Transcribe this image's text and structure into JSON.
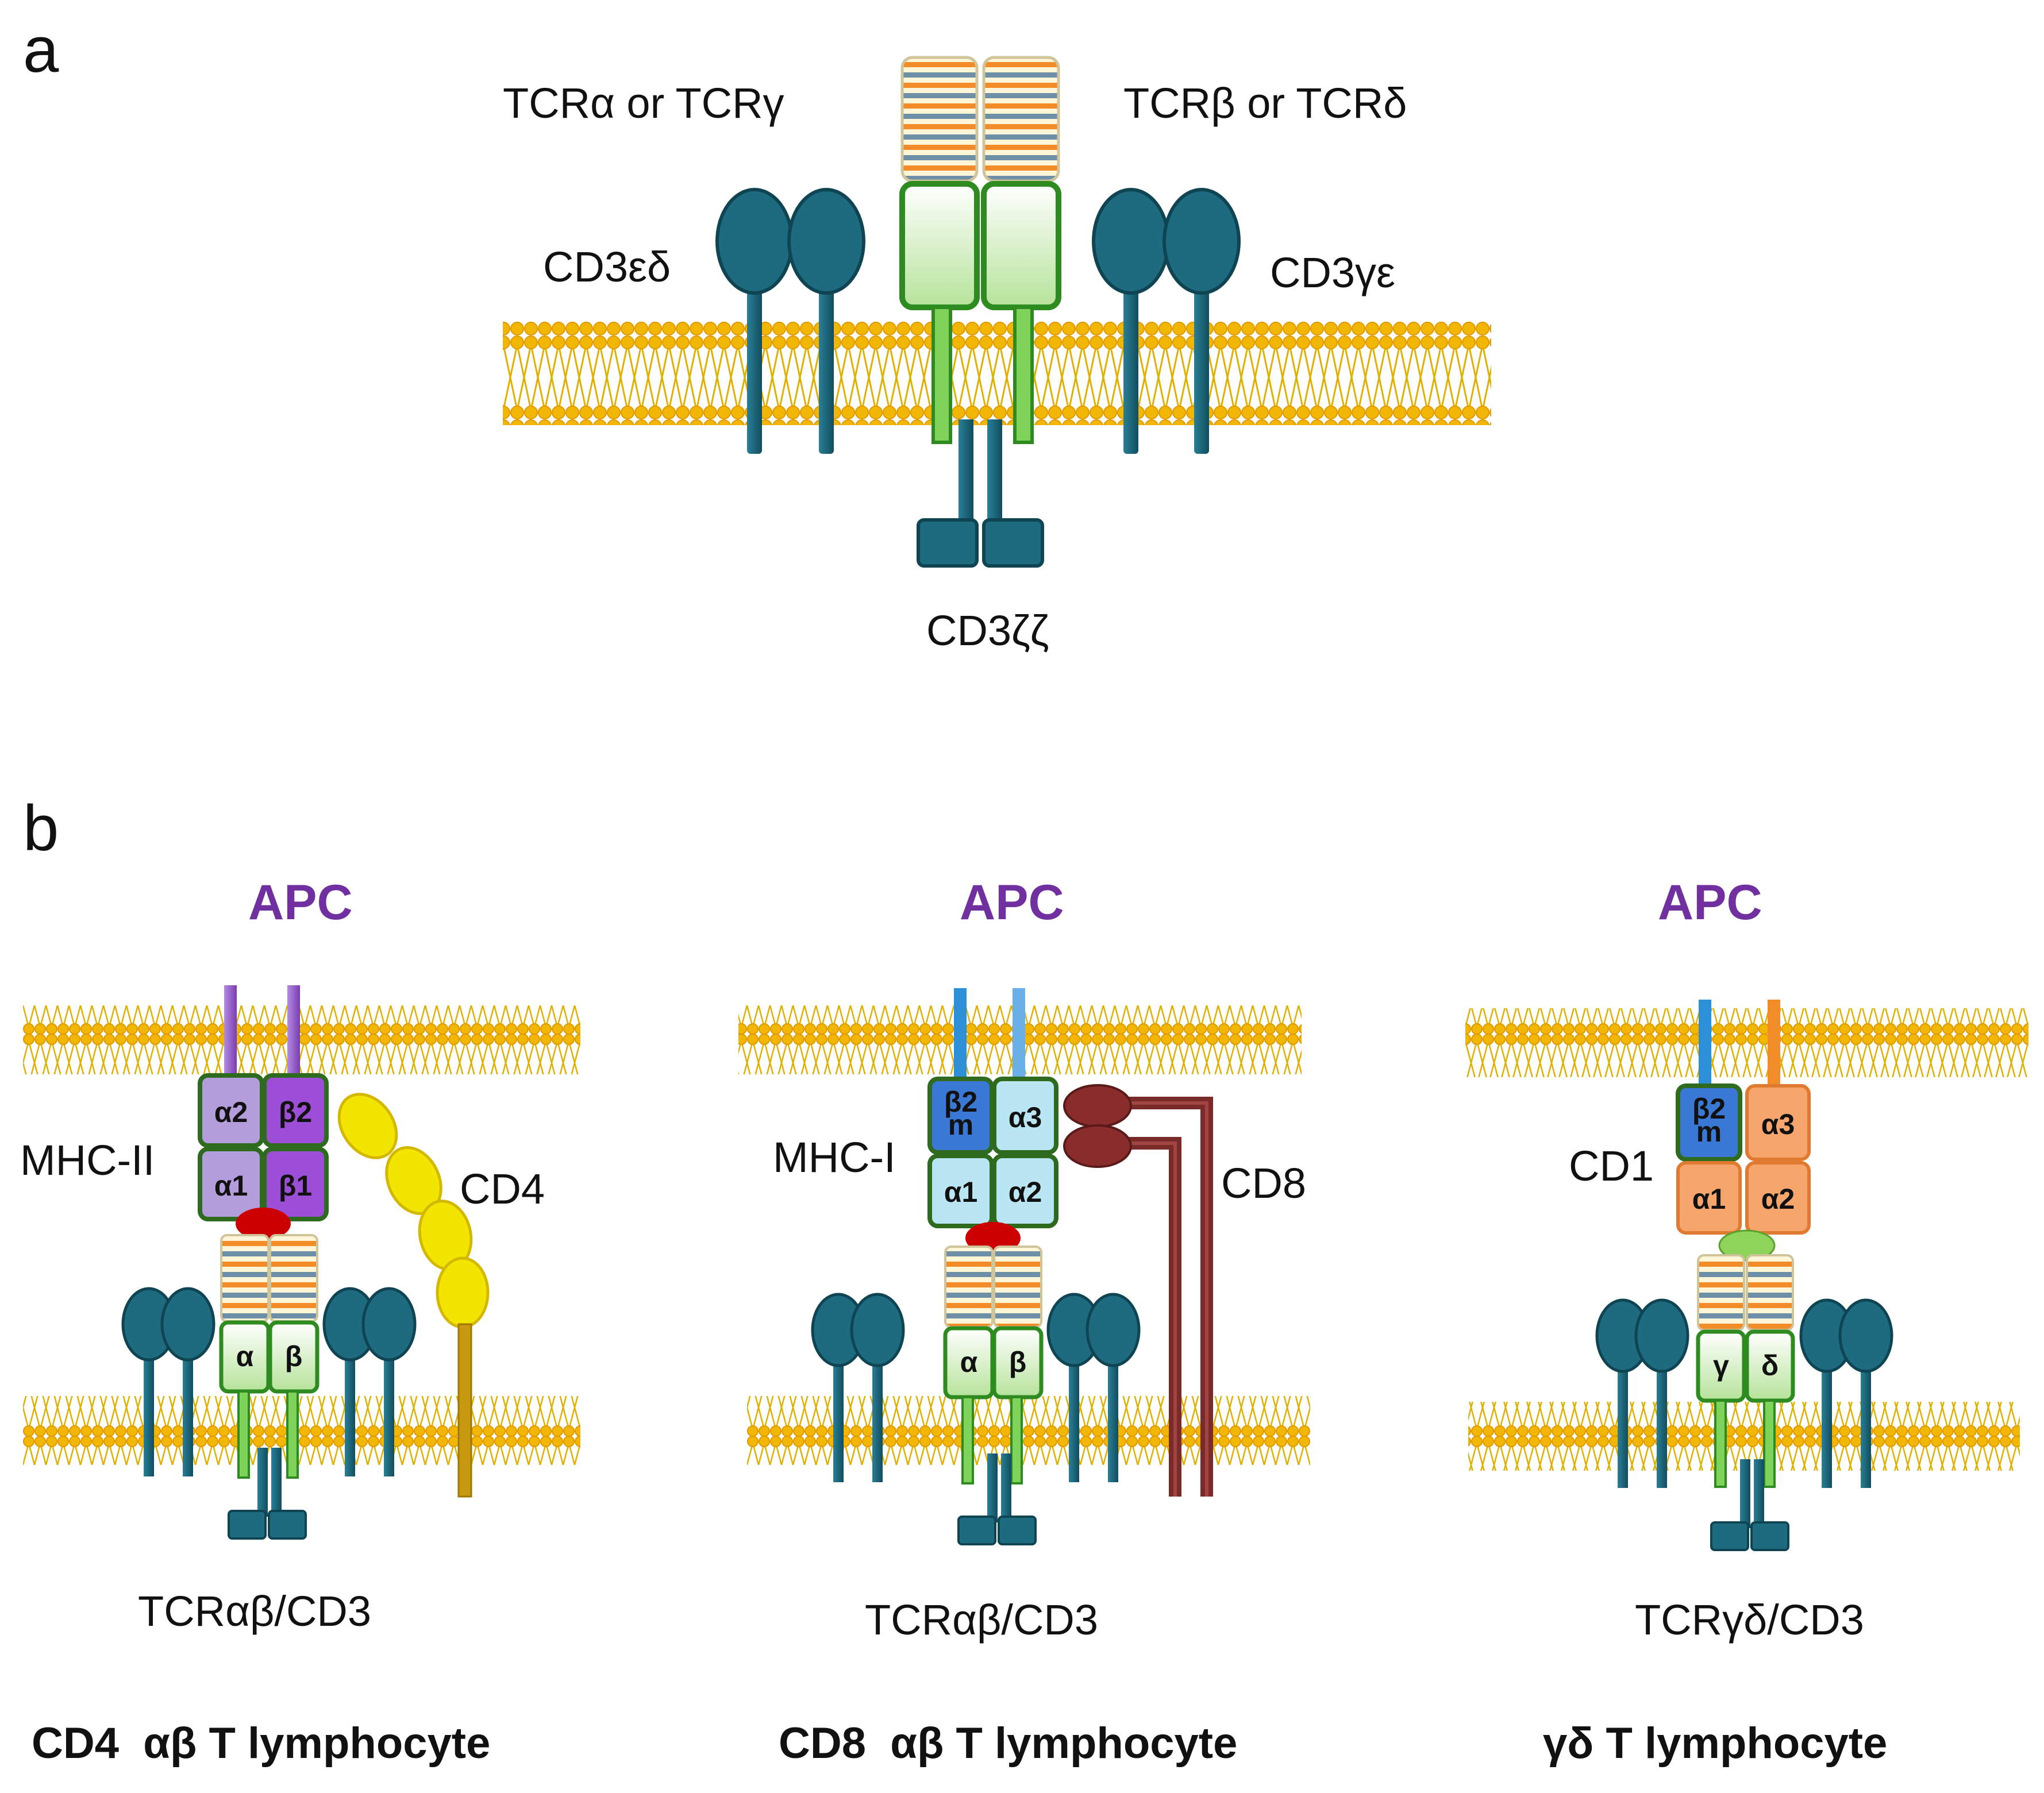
{
  "panel_a": {
    "letter": "a",
    "tcr_left": "TCRα or TCRγ",
    "tcr_right": "TCRβ or TCRδ",
    "cd3_left": "CD3εδ",
    "cd3_right": "CD3γε",
    "cd3_zeta": "CD3ζζ"
  },
  "panel_b": {
    "letter": "b",
    "cd4": {
      "apc": "APC",
      "mhc": "MHC-II",
      "coreceptor": "CD4",
      "complex": "TCRαβ/CD3",
      "cell": "CD4  αβ T lymphocyte",
      "domains": {
        "tl": "α2",
        "tr": "β2",
        "bl": "α1",
        "br": "β1",
        "chain_l": "α",
        "chain_r": "β"
      }
    },
    "cd8": {
      "apc": "APC",
      "mhc": "MHC-I",
      "coreceptor": "CD8",
      "complex": "TCRαβ/CD3",
      "cell": "CD8  αβ T lymphocyte",
      "domains": {
        "tl": "β2\nm",
        "tr": "α3",
        "bl": "α1",
        "br": "α2",
        "chain_l": "α",
        "chain_r": "β"
      }
    },
    "gd": {
      "apc": "APC",
      "mhc": "CD1",
      "complex": "TCRγδ/CD3",
      "cell": "γδ T lymphocyte",
      "domains": {
        "tl": "β2\nm",
        "tr": "α3",
        "bl": "α1",
        "br": "α2",
        "chain_l": "γ",
        "chain_r": "δ"
      }
    }
  },
  "colors": {
    "membrane": "#f2b705",
    "cd3": "#1e6b80",
    "tcr_green": "#2e8b1f",
    "cd4": "#f2e600",
    "cd8": "#7b2a2a",
    "mhc2_light": "#b39ddb",
    "mhc2_dark": "#9c4fd6",
    "mhc1_blue": "#3a78d6",
    "mhc1_light": "#b9e6f2",
    "cd1_orange": "#f6a56c",
    "antigen_red": "#cc0000",
    "lipid_green": "#8fd45a",
    "apc_text": "#7030a0"
  }
}
